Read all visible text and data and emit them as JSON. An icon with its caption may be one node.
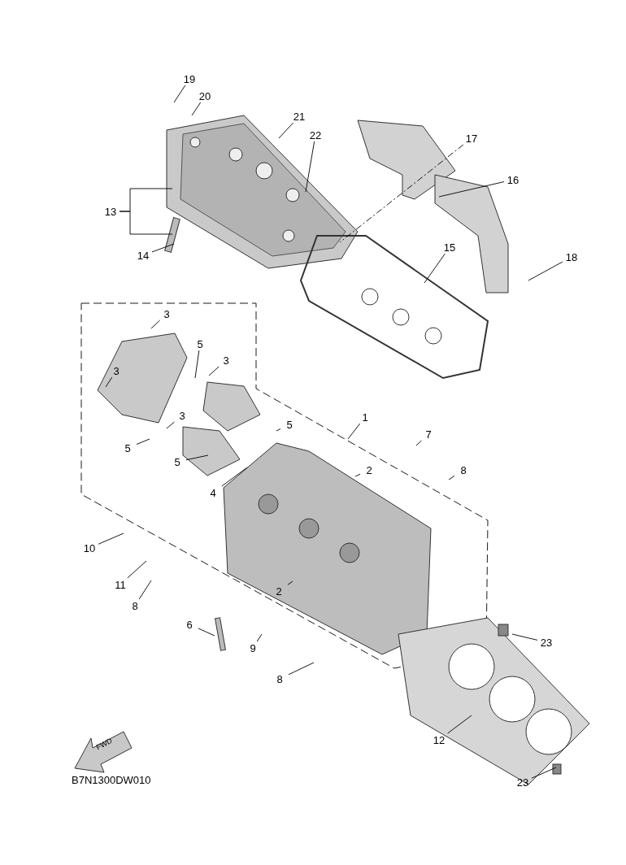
{
  "diagram": {
    "nodes": [
      {
        "text": [
          "19"
        ]
      },
      {
        "text": [
          "20"
        ]
      },
      {
        "text": [
          "21"
        ]
      },
      {
        "text": [
          "22"
        ]
      },
      {
        "text": [
          "17"
        ]
      },
      {
        "text": [
          "16"
        ]
      },
      {
        "text": [
          "13"
        ]
      },
      {
        "text": [
          "14"
        ]
      },
      {
        "text": [
          "15"
        ]
      },
      {
        "text": [
          "18"
        ]
      },
      {
        "text": [
          "3"
        ]
      },
      {
        "text": [
          "5"
        ]
      },
      {
        "text": [
          "3"
        ]
      },
      {
        "text": [
          "3"
        ]
      },
      {
        "text": [
          "3"
        ]
      },
      {
        "text": [
          "1"
        ]
      },
      {
        "text": [
          "5"
        ]
      },
      {
        "text": [
          "7"
        ]
      },
      {
        "text": [
          "5"
        ]
      },
      {
        "text": [
          "5"
        ]
      },
      {
        "text": [
          "2"
        ]
      },
      {
        "text": [
          "8"
        ]
      },
      {
        "text": [
          "4"
        ]
      },
      {
        "text": [
          "10"
        ]
      },
      {
        "text": [
          "11"
        ]
      },
      {
        "text": [
          "8"
        ]
      },
      {
        "text": [
          "2"
        ]
      },
      {
        "text": [
          "6"
        ]
      },
      {
        "text": [
          "23"
        ]
      },
      {
        "text": [
          "9"
        ]
      },
      {
        "text": [
          "8"
        ]
      },
      {
        "text": [
          "12"
        ]
      },
      {
        "text": [
          "23"
        ]
      }
    ],
    "edges": [
      {
        "from": 0,
        "to": null,
        "arrow": "none"
      },
      {
        "from": 1,
        "to": null,
        "arrow": "none"
      },
      {
        "from": 2,
        "to": null,
        "arrow": "none"
      },
      {
        "from": 3,
        "to": null,
        "arrow": "none"
      },
      {
        "from": 4,
        "to": null,
        "arrow": "none",
        "style": "dashed"
      },
      {
        "from": 5,
        "to": null,
        "arrow": "none"
      },
      {
        "from": 6,
        "to": null,
        "arrow": "none"
      },
      {
        "from": 6,
        "to": null,
        "arrow": "none"
      },
      {
        "from": 7,
        "to": null,
        "arrow": "none"
      },
      {
        "from": 8,
        "to": null,
        "arrow": "none"
      },
      {
        "from": 9,
        "to": null,
        "arrow": "none"
      },
      {
        "from": 10,
        "to": null,
        "arrow": "none"
      },
      {
        "from": 11,
        "to": null,
        "arrow": "none"
      },
      {
        "from": 12,
        "to": null,
        "arrow": "none"
      },
      {
        "from": 13,
        "to": null,
        "arrow": "none"
      },
      {
        "from": 14,
        "to": null,
        "arrow": "none"
      },
      {
        "from": 15,
        "to": null,
        "arrow": "none"
      },
      {
        "from": 16,
        "to": null,
        "arrow": "none"
      },
      {
        "from": 17,
        "to": null,
        "arrow": "none"
      },
      {
        "from": 18,
        "to": null,
        "arrow": "none"
      },
      {
        "from": 19,
        "to": null,
        "arrow": "none"
      },
      {
        "from": 20,
        "to": null,
        "arrow": "none"
      },
      {
        "from": 21,
        "to": null,
        "arrow": "none"
      },
      {
        "from": 22,
        "to": null,
        "arrow": "none"
      },
      {
        "from": 23,
        "to": null,
        "arrow": "none"
      },
      {
        "from": 24,
        "to": null,
        "arrow": "none"
      },
      {
        "from": 25,
        "to": null,
        "arrow": "none"
      },
      {
        "from": 26,
        "to": null,
        "arrow": "none"
      },
      {
        "from": 27,
        "to": null,
        "arrow": "none"
      },
      {
        "from": 28,
        "to": null,
        "arrow": "none"
      },
      {
        "from": 29,
        "to": null,
        "arrow": "none"
      },
      {
        "from": 30,
        "to": null,
        "arrow": "none"
      },
      {
        "from": 31,
        "to": null,
        "arrow": "none"
      },
      {
        "from": 32,
        "to": null,
        "arrow": "none"
      }
    ],
    "labels": [
      "FWD",
      "B7N1300DW010"
    ]
  }
}
